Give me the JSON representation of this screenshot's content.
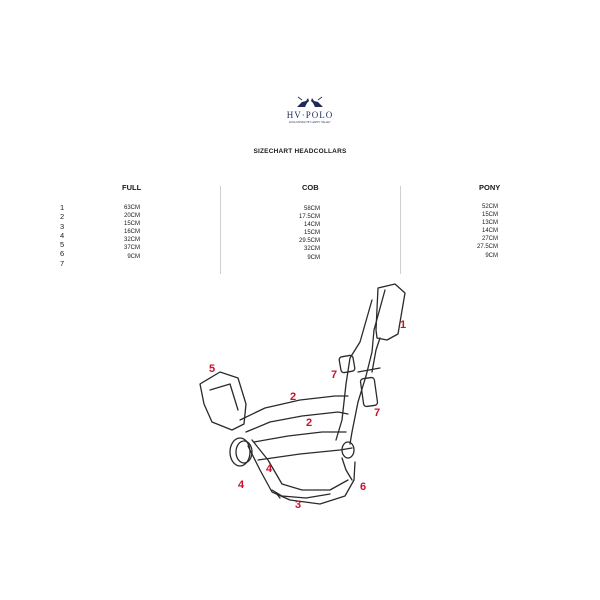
{
  "brand": {
    "name": "HV·POLO",
    "tagline": "EXCLUSIVELY BY HAPPY VALLEY"
  },
  "title": "SIZECHART HEADCOLLARS",
  "row_numbers": [
    "1",
    "2",
    "3",
    "4",
    "5",
    "6",
    "7"
  ],
  "columns": [
    {
      "name": "FULL",
      "values": [
        "63CM",
        "20CM",
        "15CM",
        "16CM",
        "32CM",
        "37CM",
        "9CM"
      ]
    },
    {
      "name": "COB",
      "values": [
        "58CM",
        "17.5CM",
        "14CM",
        "15CM",
        "29.5CM",
        "32CM",
        "9CM"
      ]
    },
    {
      "name": "PONY",
      "values": [
        "52CM",
        "15CM",
        "13CM",
        "14CM",
        "27CM",
        "27.5CM",
        "9CM"
      ]
    }
  ],
  "callouts": [
    "1",
    "2",
    "2",
    "3",
    "4",
    "4",
    "5",
    "6",
    "7",
    "7"
  ],
  "colors": {
    "brand_navy": "#1f2a5a",
    "callout_red": "#c8102e"
  }
}
